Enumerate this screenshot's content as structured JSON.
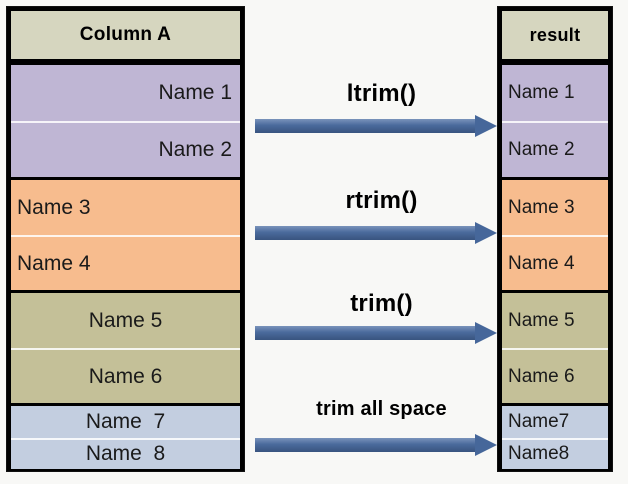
{
  "diagram": {
    "title": "String trim functions diagram",
    "background_color": "#f8f8f6",
    "arrow_color": "#46679a"
  },
  "source_table": {
    "name": "column-a-table",
    "header": "Column A",
    "header_color": "#d6d6bf",
    "groups": [
      {
        "id": "group-1",
        "color": "#bfb6d4",
        "alignment": "right",
        "rows": [
          "Name 1",
          "Name 2"
        ]
      },
      {
        "id": "group-2",
        "color": "#f7bc8e",
        "alignment": "left",
        "rows": [
          "Name 3",
          "Name 4"
        ]
      },
      {
        "id": "group-3",
        "color": "#c4c098",
        "alignment": "center",
        "rows": [
          "Name 5",
          "Name 6"
        ]
      },
      {
        "id": "group-4",
        "color": "#c3cee0",
        "alignment": "center",
        "rows": [
          "Name  7",
          "Name  8"
        ]
      }
    ]
  },
  "result_table": {
    "name": "result-table",
    "header": "result",
    "header_color": "#d6d6bf",
    "groups": [
      {
        "id": "result-group-1",
        "color": "#bfb6d4",
        "alignment": "left",
        "rows": [
          "Name 1",
          "Name 2"
        ]
      },
      {
        "id": "result-group-2",
        "color": "#f7bc8e",
        "alignment": "left",
        "rows": [
          "Name 3",
          "Name 4"
        ]
      },
      {
        "id": "result-group-3",
        "color": "#c4c098",
        "alignment": "left",
        "rows": [
          "Name 5",
          "Name 6"
        ]
      },
      {
        "id": "result-group-4",
        "color": "#c3cee0",
        "alignment": "left",
        "rows": [
          "Name7",
          "Name8"
        ]
      }
    ]
  },
  "transforms": [
    {
      "id": "ltrim",
      "label": "ltrim()"
    },
    {
      "id": "rtrim",
      "label": "rtrim()"
    },
    {
      "id": "trim",
      "label": "trim()"
    },
    {
      "id": "trimall",
      "label": "trim all space"
    }
  ]
}
